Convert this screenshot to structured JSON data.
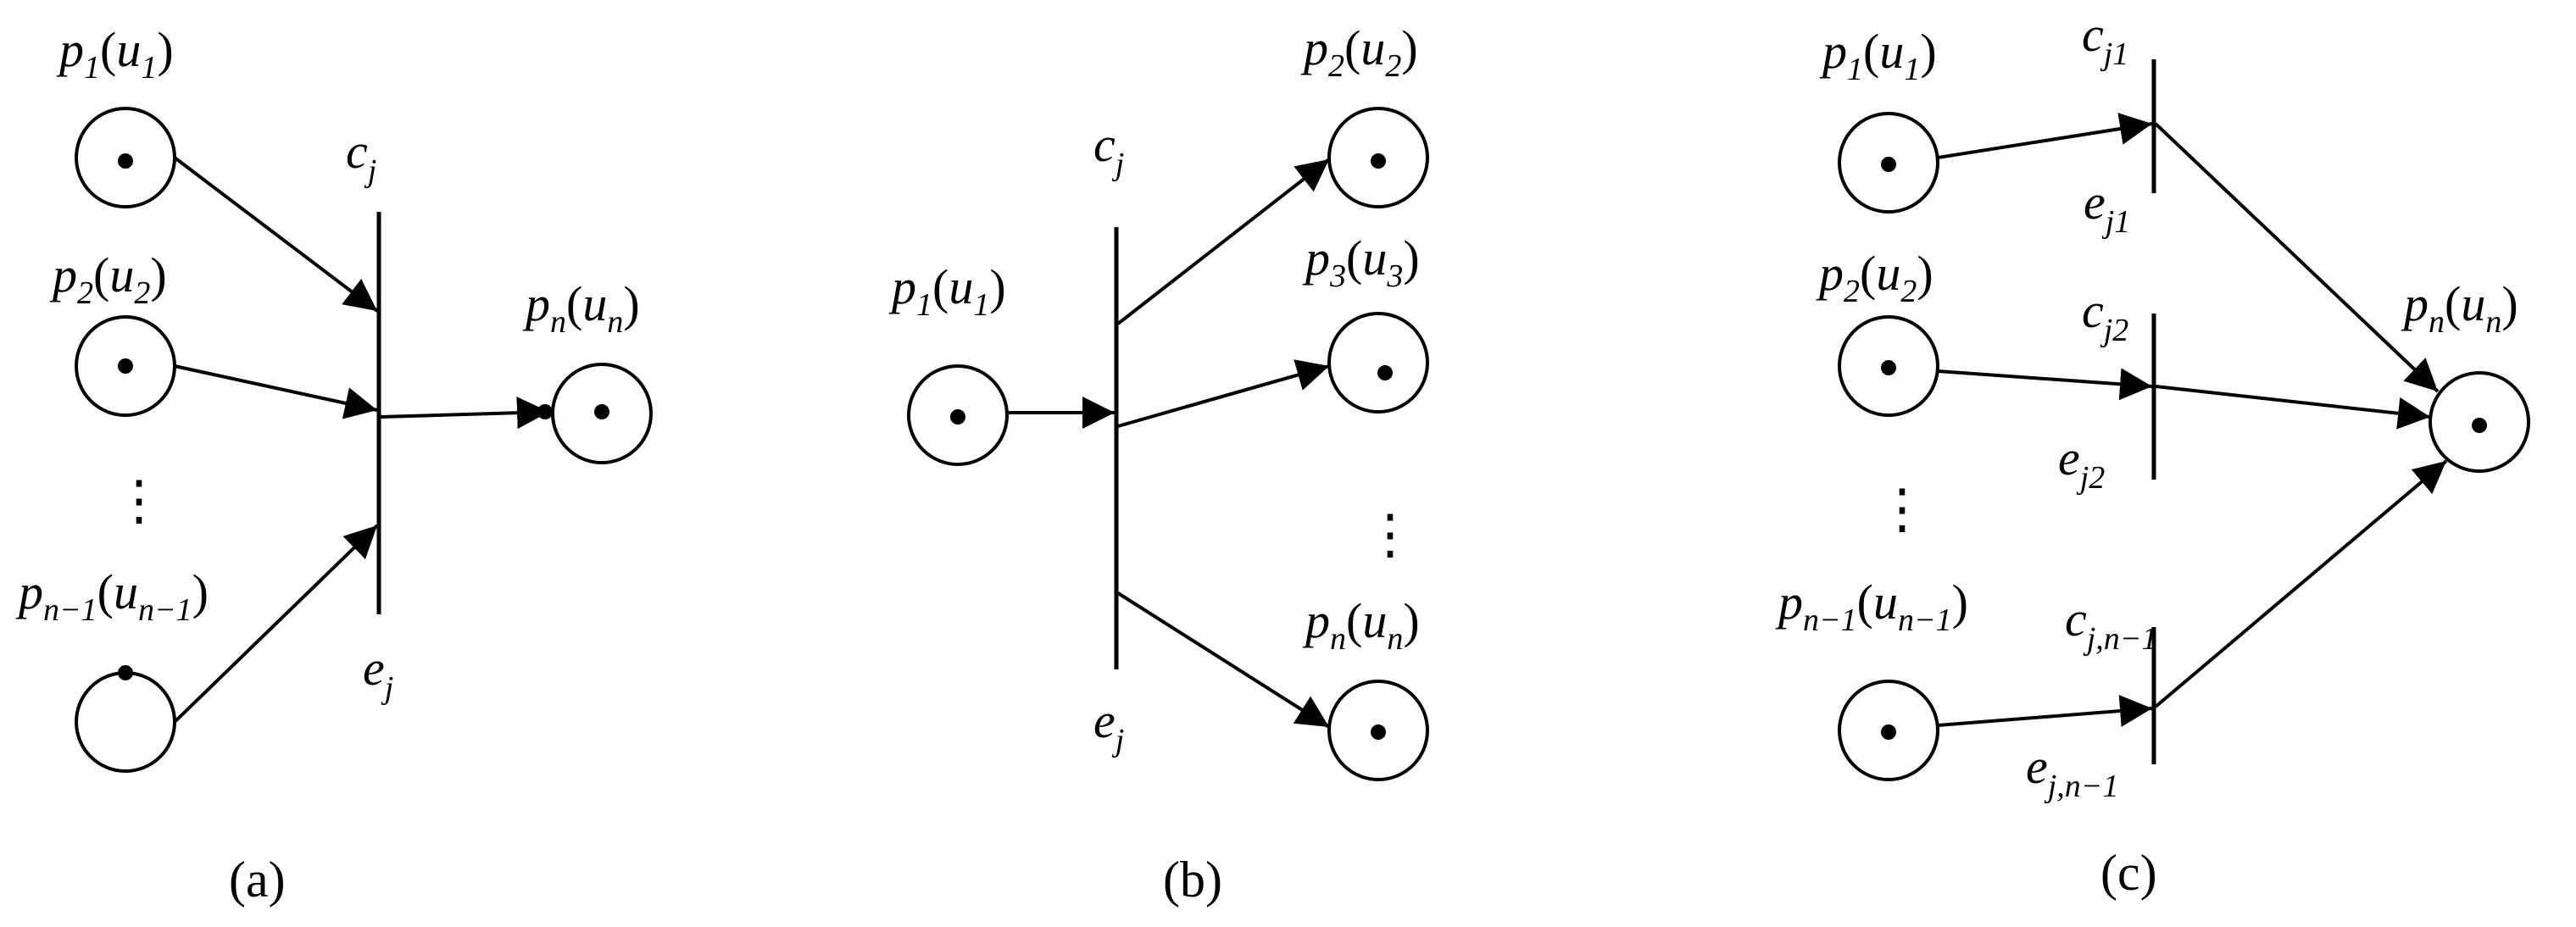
{
  "labels": {
    "a": {
      "p1": {
        "base": "p",
        "sub": "1",
        "arg": "u",
        "argsub": "1"
      },
      "p2": {
        "base": "p",
        "sub": "2",
        "arg": "u",
        "argsub": "2"
      },
      "pn1": {
        "base": "p",
        "sub": "n−1",
        "arg": "u",
        "argsub": "n−1"
      },
      "pn": {
        "base": "p",
        "sub": "n",
        "arg": "u",
        "argsub": "n"
      },
      "c": {
        "base": "c",
        "sub": "j"
      },
      "e": {
        "base": "e",
        "sub": "j"
      },
      "caption": "(a)"
    },
    "b": {
      "p1": {
        "base": "p",
        "sub": "1",
        "arg": "u",
        "argsub": "1"
      },
      "p2": {
        "base": "p",
        "sub": "2",
        "arg": "u",
        "argsub": "2"
      },
      "p3": {
        "base": "p",
        "sub": "3",
        "arg": "u",
        "argsub": "3"
      },
      "pn": {
        "base": "p",
        "sub": "n",
        "arg": "u",
        "argsub": "n"
      },
      "c": {
        "base": "c",
        "sub": "j"
      },
      "e": {
        "base": "e",
        "sub": "j"
      },
      "caption": "(b)"
    },
    "c": {
      "p1": {
        "base": "p",
        "sub": "1",
        "arg": "u",
        "argsub": "1"
      },
      "p2": {
        "base": "p",
        "sub": "2",
        "arg": "u",
        "argsub": "2"
      },
      "pn1": {
        "base": "p",
        "sub": "n−1",
        "arg": "u",
        "argsub": "n−1"
      },
      "pn": {
        "base": "p",
        "sub": "n",
        "arg": "u",
        "argsub": "n"
      },
      "c1": {
        "base": "c",
        "sub": "j1"
      },
      "e1": {
        "base": "e",
        "sub": "j1"
      },
      "c2": {
        "base": "c",
        "sub": "j2"
      },
      "e2": {
        "base": "e",
        "sub": "j2"
      },
      "cn1": {
        "base": "c",
        "sub": "j,n−1"
      },
      "en1": {
        "base": "e",
        "sub": "j,n−1"
      },
      "caption": "(c)"
    }
  },
  "ellipsis": "⋮"
}
